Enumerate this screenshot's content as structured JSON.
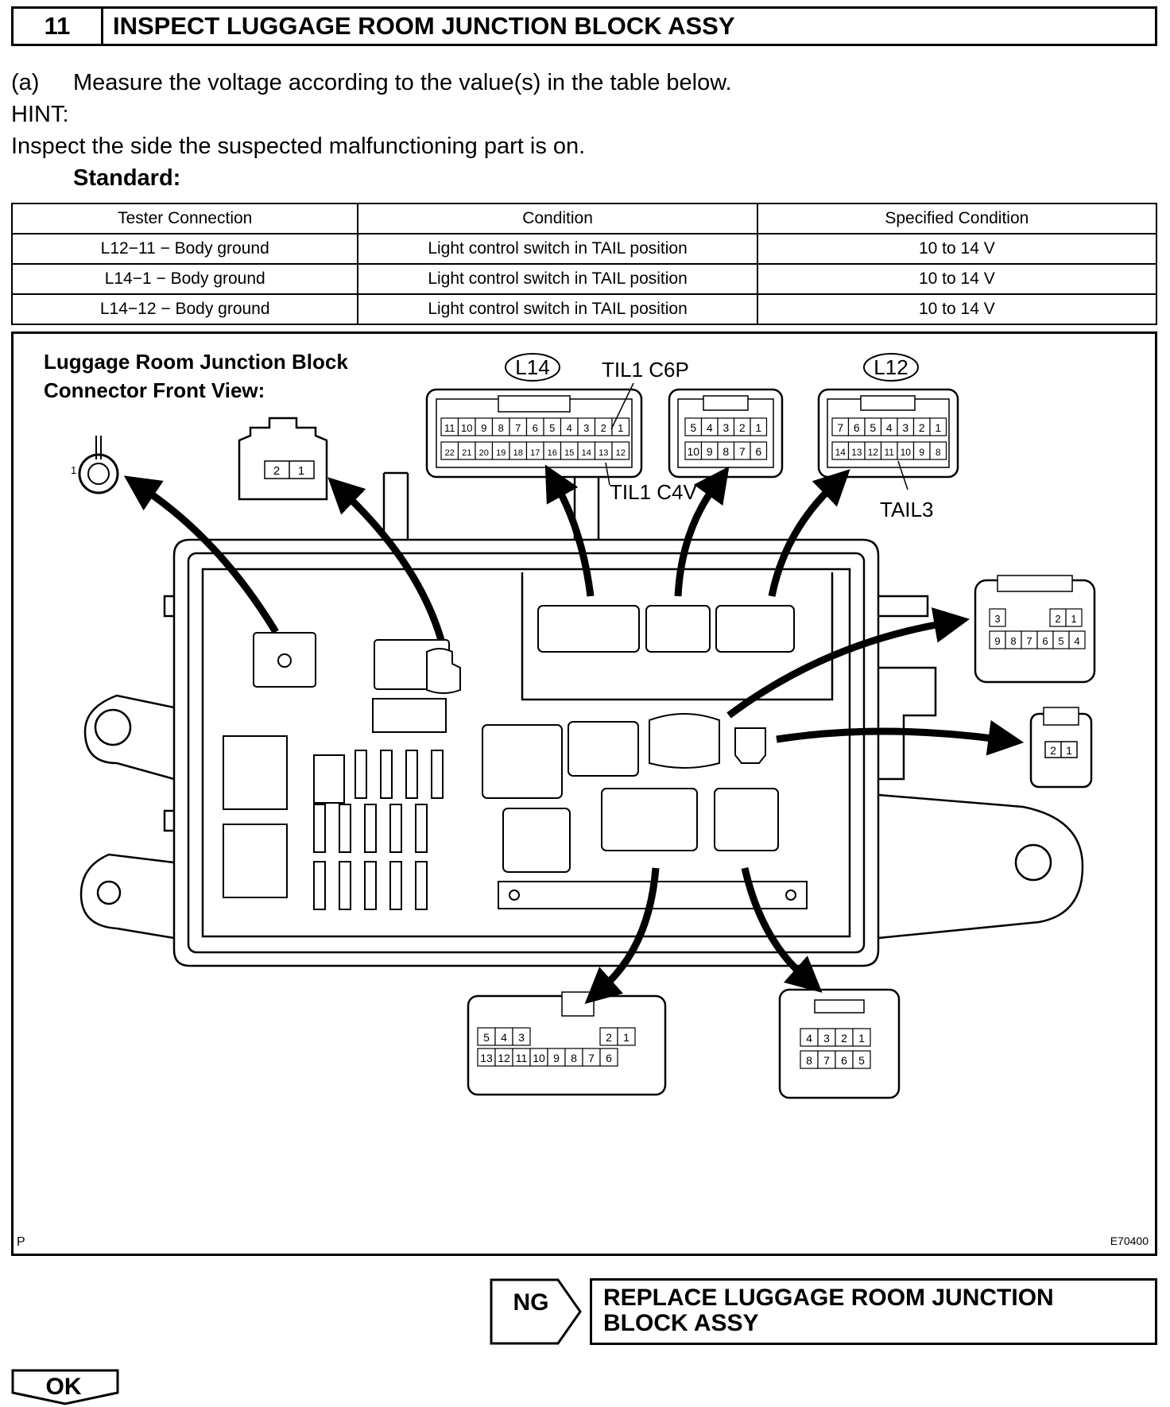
{
  "step": {
    "number": "11",
    "title": "INSPECT LUGGAGE ROOM JUNCTION BLOCK ASSY"
  },
  "instructions": {
    "step_label": "(a)",
    "measure": "Measure the voltage according to the value(s) in the table below.",
    "hint_label": "HINT:",
    "hint": "Inspect the side the suspected malfunctioning part is on.",
    "standard_label": "Standard:"
  },
  "table": {
    "headers": [
      "Tester Connection",
      "Condition",
      "Specified Condition"
    ],
    "rows": [
      [
        "L12−11 − Body ground",
        "Light control switch in TAIL position",
        "10 to 14 V"
      ],
      [
        "L14−1 − Body ground",
        "Light control switch in TAIL position",
        "10 to 14 V"
      ],
      [
        "L14−12 − Body ground",
        "Light control switch in TAIL position",
        "10 to 14 V"
      ]
    ]
  },
  "diagram": {
    "title_line1": "Luggage Room Junction Block",
    "title_line2": "Connector Front View:",
    "label_l14": "L14",
    "label_l12": "L12",
    "label_til1_c6p": "TIL1 C6P",
    "label_til1_c4v": "TIL1 C4V",
    "label_tail3": "TAIL3",
    "ground_terminal": "1",
    "corner_p": "P",
    "figure_code": "E70400",
    "conn_2pin_top": [
      "2",
      "1"
    ],
    "conn_l14_row1": [
      "11",
      "10",
      "9",
      "8",
      "7",
      "6",
      "5",
      "4",
      "3",
      "2",
      "1"
    ],
    "conn_l14_row2": [
      "22",
      "21",
      "20",
      "19",
      "18",
      "17",
      "16",
      "15",
      "14",
      "13",
      "12"
    ],
    "conn_mid_row1": [
      "5",
      "4",
      "3",
      "2",
      "1"
    ],
    "conn_mid_row2": [
      "10",
      "9",
      "8",
      "7",
      "6"
    ],
    "conn_l12_row1": [
      "7",
      "6",
      "5",
      "4",
      "3",
      "2",
      "1"
    ],
    "conn_l12_row2": [
      "14",
      "13",
      "12",
      "11",
      "10",
      "9",
      "8"
    ],
    "conn_right9_row1": [
      "3",
      "2",
      "1"
    ],
    "conn_right9_row2": [
      "9",
      "8",
      "7",
      "6",
      "5",
      "4"
    ],
    "conn_right2": [
      "2",
      "1"
    ],
    "conn_bottom13_row1": [
      "5",
      "4",
      "3",
      "2",
      "1"
    ],
    "conn_bottom13_row2": [
      "13",
      "12",
      "11",
      "10",
      "9",
      "8",
      "7",
      "6"
    ],
    "conn_bottom8_row1": [
      "4",
      "3",
      "2",
      "1"
    ],
    "conn_bottom8_row2": [
      "8",
      "7",
      "6",
      "5"
    ]
  },
  "result": {
    "ng_label": "NG",
    "ng_action": "REPLACE LUGGAGE ROOM JUNCTION BLOCK ASSY",
    "ok_label": "OK"
  }
}
